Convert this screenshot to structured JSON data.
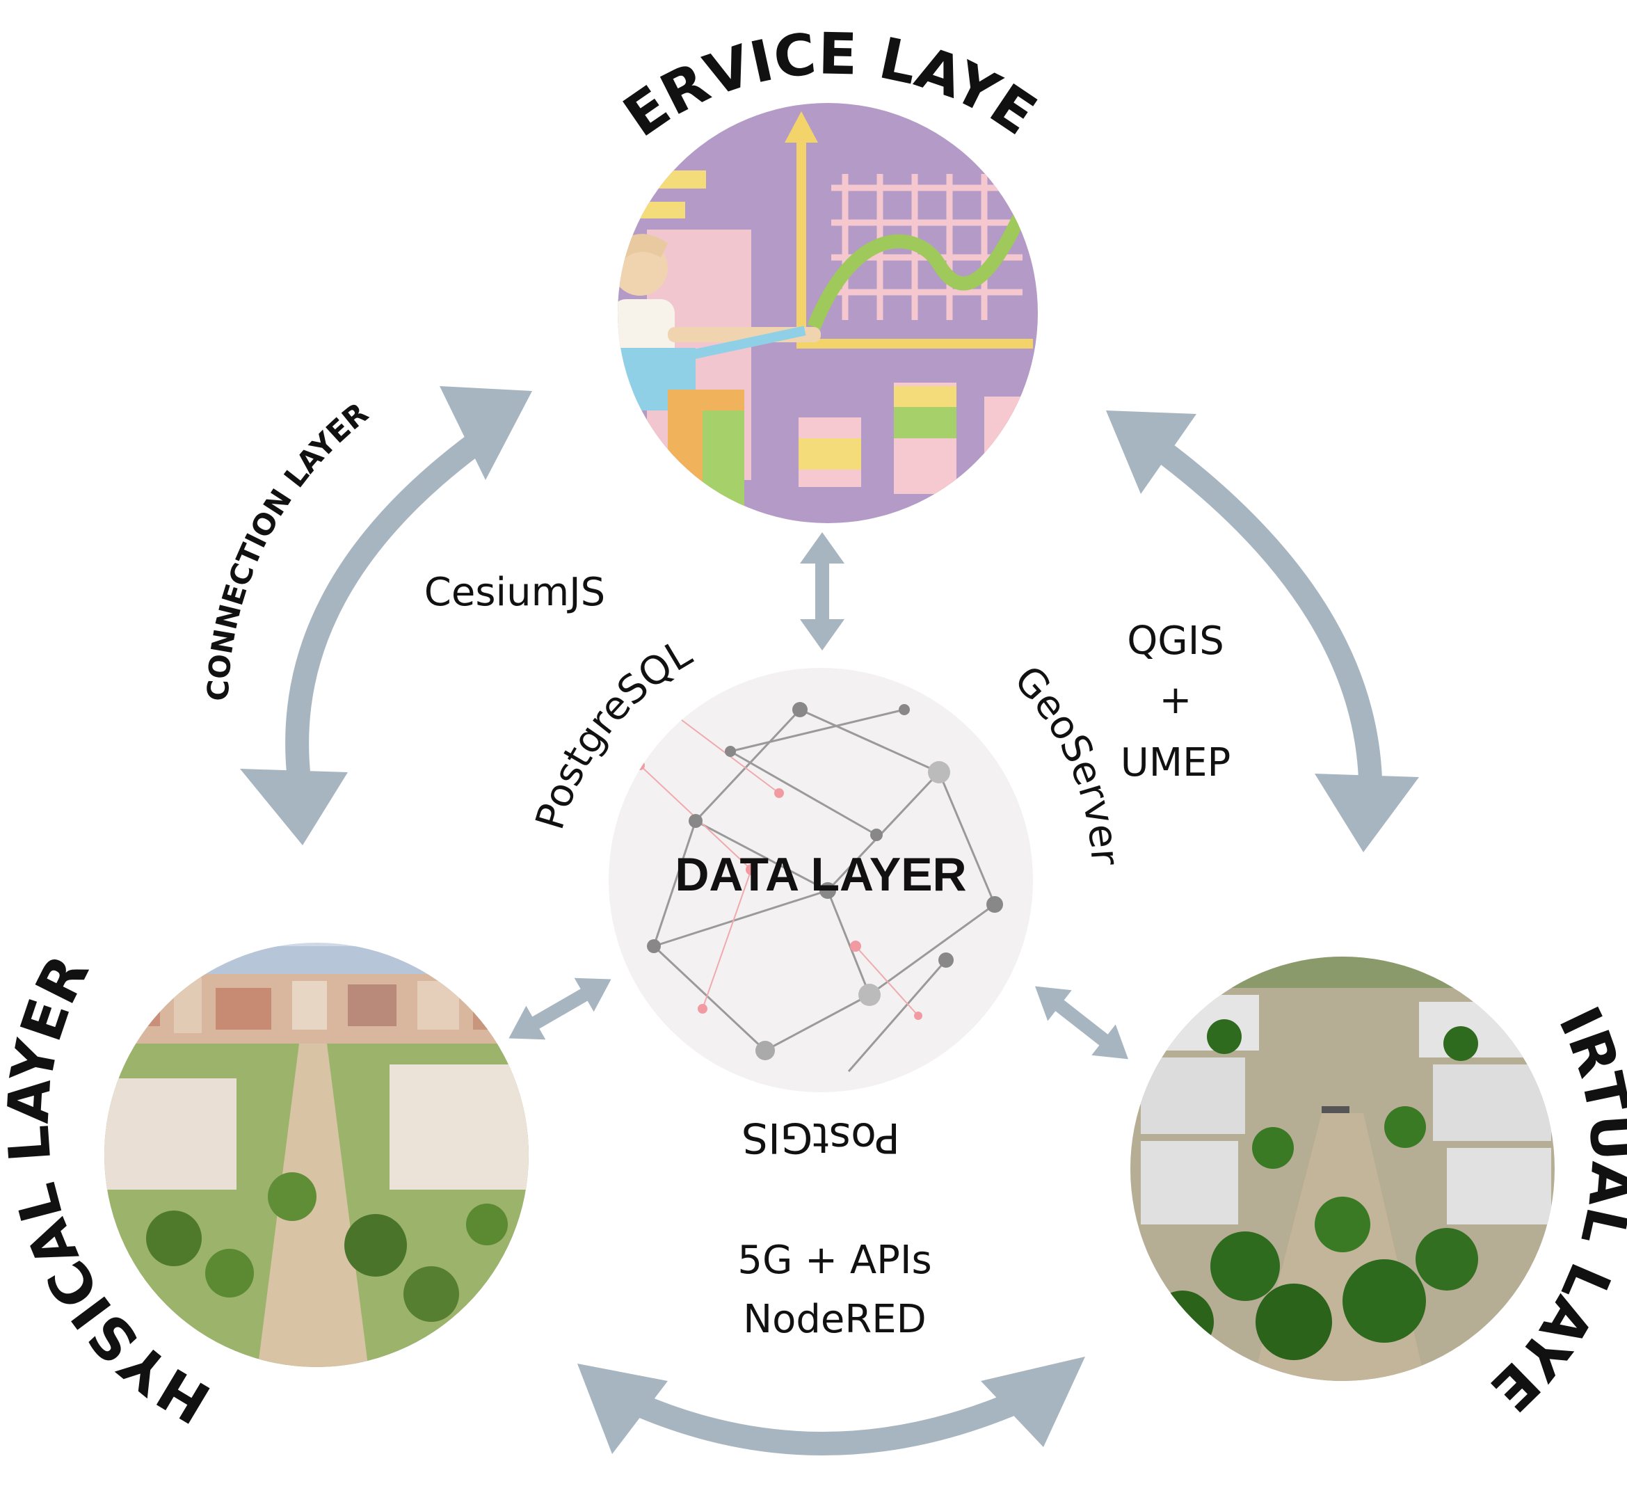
{
  "layers": {
    "service": "SERVICE LAYER",
    "physical": "PHYSICAL LAYER",
    "virtual": "VIRTUAL LAYER",
    "data": "DATA LAYER",
    "connection": "CONNECTION LAYER"
  },
  "tools": {
    "cesium": "CesiumJS",
    "postgresql": "PostgreSQL",
    "geoserver": "GeoServer",
    "postgis": "PostGIS",
    "qgis": "QGIS",
    "plus": "+",
    "umep": "UMEP",
    "apis": "5G + APIs",
    "nodered": "NodeRED"
  },
  "colors": {
    "arrow": "#a7b5c1",
    "service_bg": "#b49ac6",
    "physical_sky": "#c9d8ea",
    "virtual_ground": "#c2b9a3",
    "data_bg": "#f3f1f1"
  }
}
